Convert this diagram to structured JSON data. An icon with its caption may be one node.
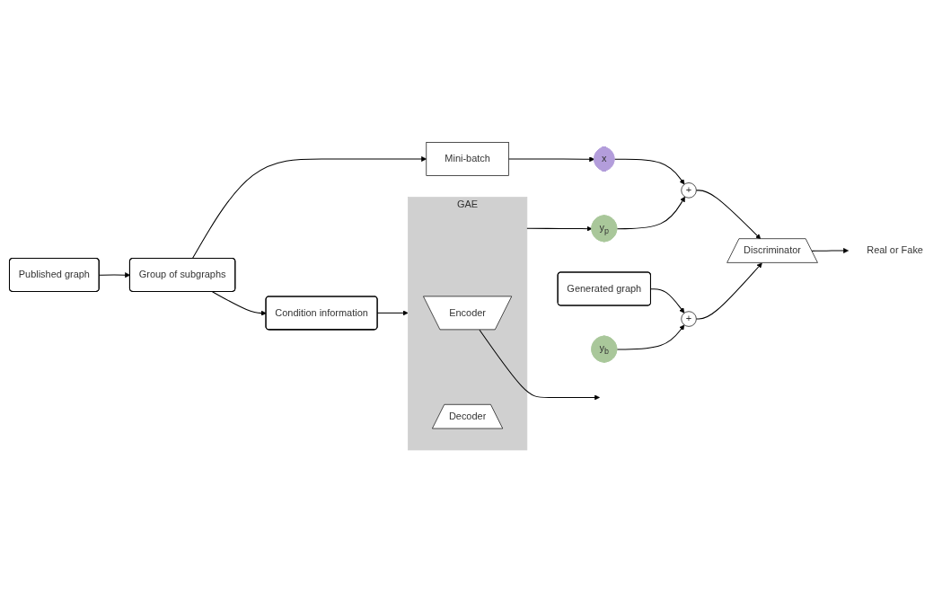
{
  "diagram": {
    "nodes": [
      {
        "text": [
          "Published graph"
        ]
      },
      {
        "text": [
          "Group of subgraphs"
        ]
      },
      {
        "text": [
          "Mini-batch"
        ]
      },
      {
        "text": [
          "x"
        ]
      },
      {
        "text": [
          "+"
        ]
      },
      {
        "text": [
          "Condition information"
        ]
      },
      {
        "text": [
          "GAE"
        ]
      },
      {
        "text": [
          "Encoder"
        ],
        "in": 6
      },
      {
        "text": [
          "Decoder"
        ],
        "in": 6
      },
      {
        "text": [
          "y$_{p}$"
        ]
      },
      {
        "text": [
          "Discriminator"
        ]
      },
      {
        "text": [
          "Real or Fake"
        ]
      },
      {
        "text": [
          "Generated graph"
        ]
      },
      {
        "text": [
          "+"
        ]
      },
      {
        "text": [
          "y$_{b}$"
        ]
      }
    ],
    "edges": [
      {
        "from": 0,
        "to": 1,
        "arrow": "to"
      },
      {
        "from": 1,
        "to": 2,
        "arrow": "to"
      },
      {
        "from": 2,
        "to": 3,
        "arrow": "to"
      },
      {
        "from": 3,
        "to": 4,
        "arrow": "to"
      },
      {
        "from": 9,
        "to": 4,
        "arrow": "to"
      },
      {
        "from": 4,
        "to": 10,
        "arrow": "to"
      },
      {
        "from": 1,
        "to": 5,
        "arrow": "to"
      },
      {
        "from": 5,
        "to": 6,
        "arrow": "to"
      },
      {
        "from": 7,
        "to": null,
        "arrow": "to"
      },
      {
        "from": 6,
        "to": 9,
        "arrow": "to"
      },
      {
        "from": 12,
        "to": 13,
        "arrow": "to"
      },
      {
        "from": 14,
        "to": 13,
        "arrow": "to"
      },
      {
        "from": 13,
        "to": 10,
        "arrow": "to"
      },
      {
        "from": 10,
        "to": 11,
        "arrow": "to"
      }
    ]
  }
}
